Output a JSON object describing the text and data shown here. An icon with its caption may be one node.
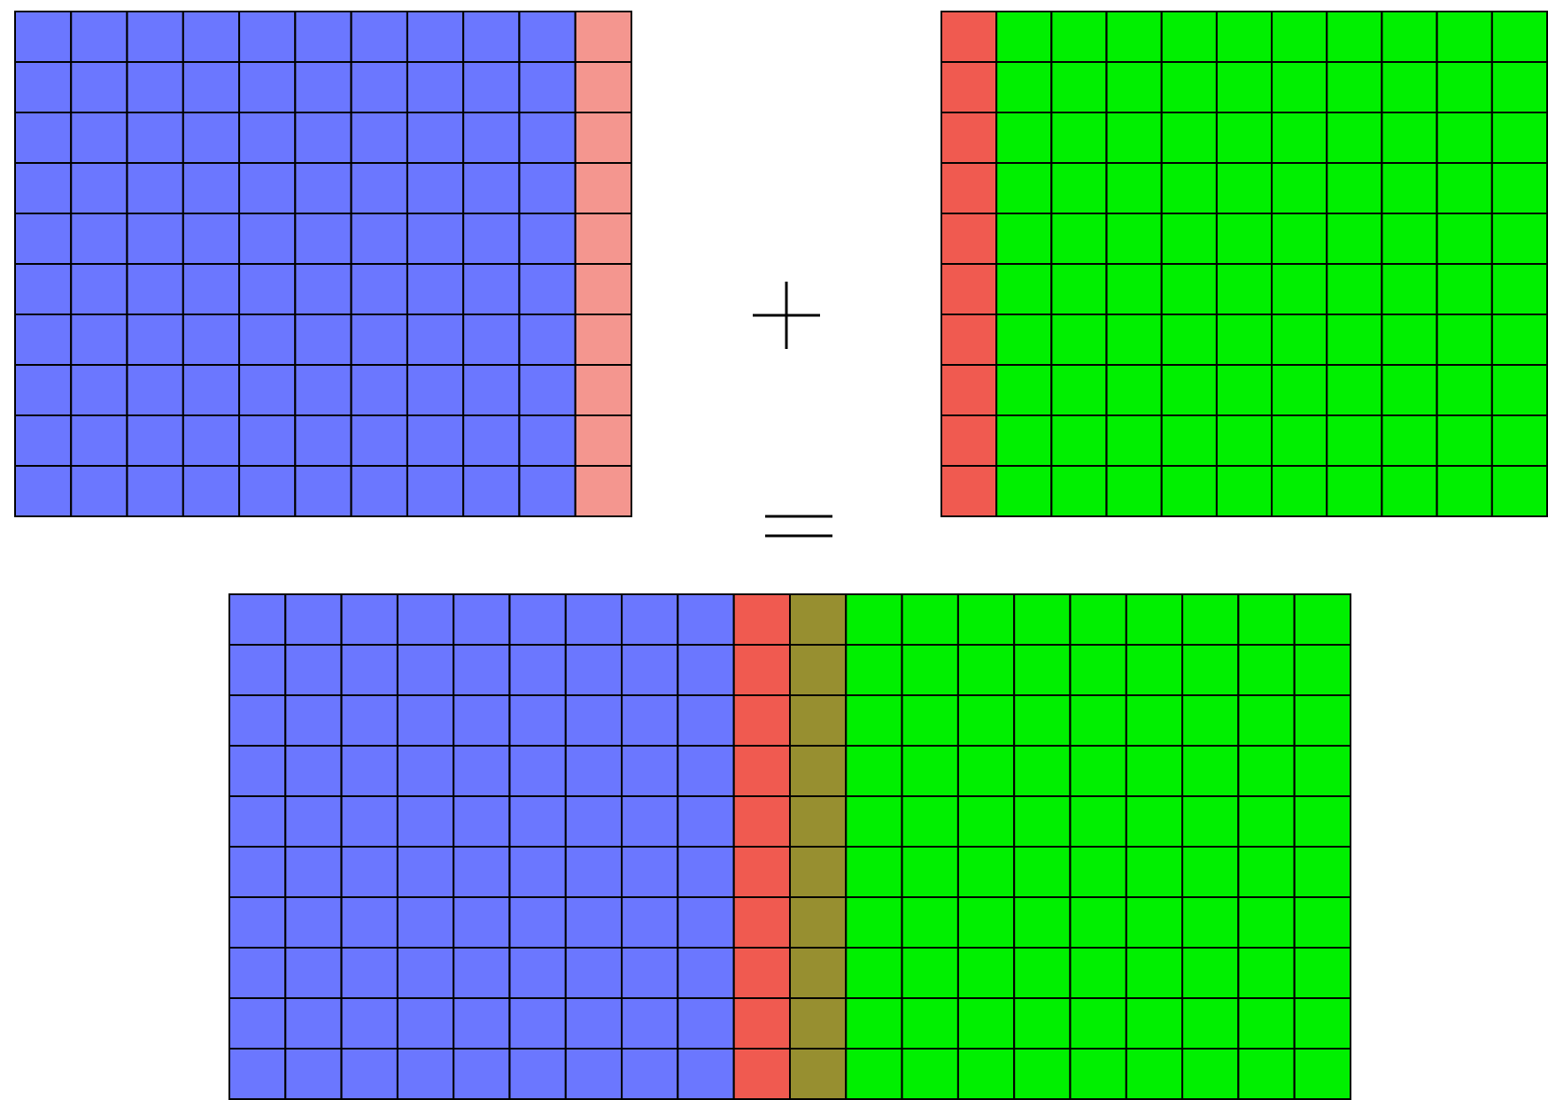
{
  "diagram": {
    "nodes": [
      {
        "text": [],
        "shape": "grid"
      },
      {
        "text": [],
        "shape": "grid"
      },
      {
        "text": [],
        "shape": "grid"
      }
    ]
  }
}
